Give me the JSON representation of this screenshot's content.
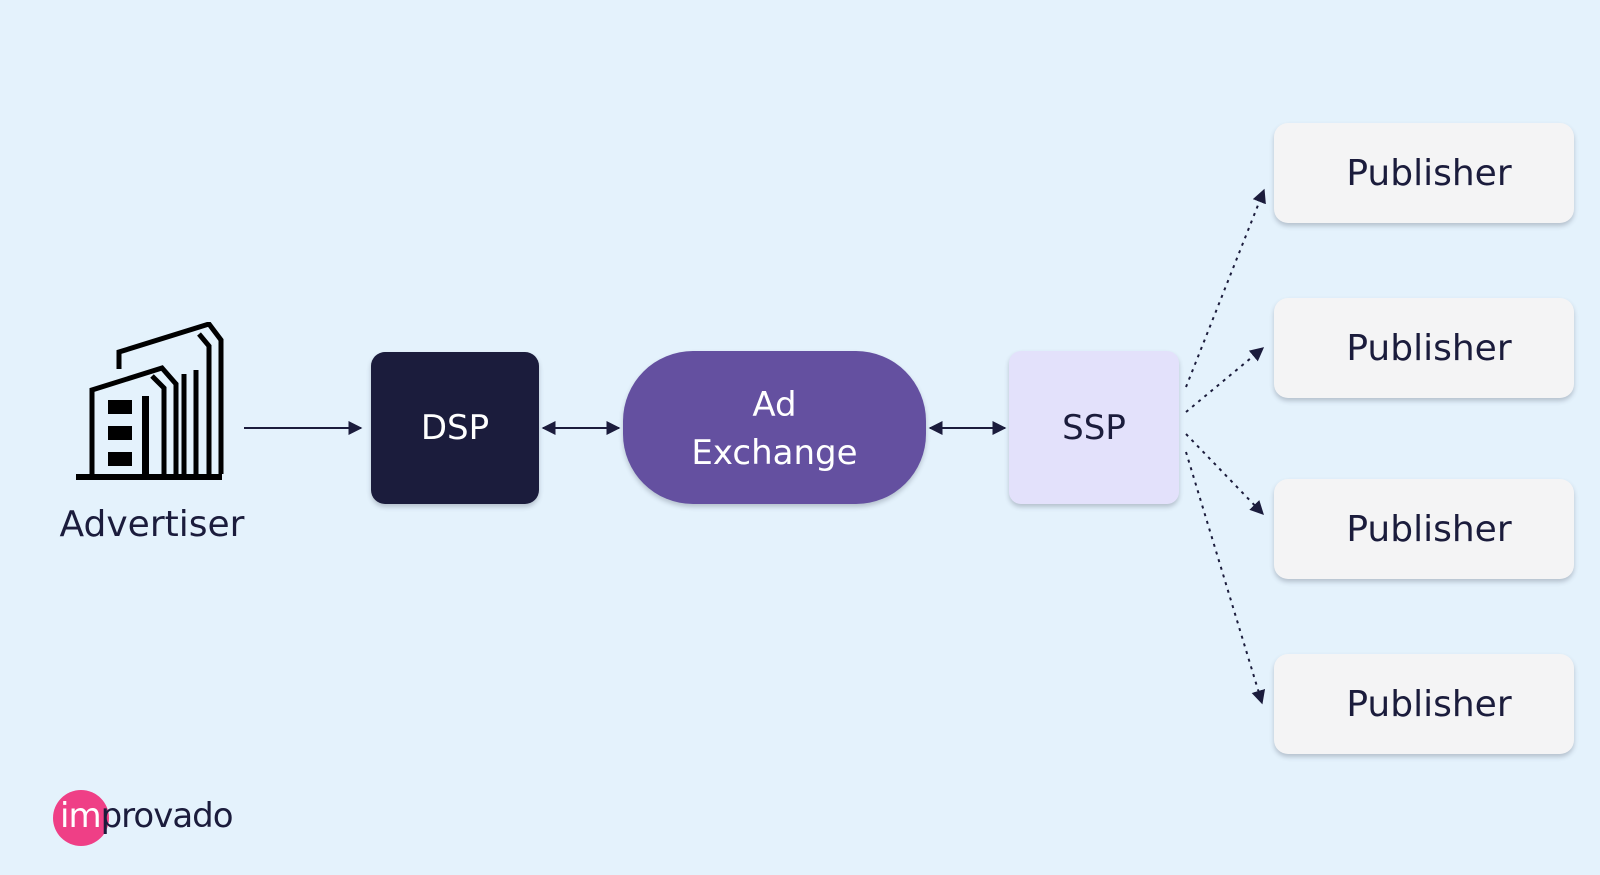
{
  "colors": {
    "background": "#e4f2fc",
    "dsp_fill": "#1b1c3c",
    "ad_exchange_fill": "#6450a0",
    "ssp_fill": "#e3e1fb",
    "publisher_fill": "#f4f4f5",
    "text_dark": "#1b1c3c",
    "logo_accent": "#ef3f86"
  },
  "advertiser": {
    "label": "Advertiser",
    "icon": "office-building-icon"
  },
  "nodes": {
    "dsp": "DSP",
    "ad_exchange": "Ad\nExchange",
    "ssp": "SSP"
  },
  "publishers": [
    "Publisher",
    "Publisher",
    "Publisher",
    "Publisher"
  ],
  "connections": [
    {
      "from": "Advertiser",
      "to": "DSP",
      "style": "solid",
      "direction": "one-way"
    },
    {
      "from": "DSP",
      "to": "Ad Exchange",
      "style": "solid",
      "direction": "two-way"
    },
    {
      "from": "Ad Exchange",
      "to": "SSP",
      "style": "solid",
      "direction": "two-way"
    },
    {
      "from": "SSP",
      "to": "Publisher",
      "style": "dotted",
      "direction": "one-way"
    },
    {
      "from": "SSP",
      "to": "Publisher",
      "style": "dotted",
      "direction": "one-way"
    },
    {
      "from": "SSP",
      "to": "Publisher",
      "style": "dotted",
      "direction": "one-way"
    },
    {
      "from": "SSP",
      "to": "Publisher",
      "style": "dotted",
      "direction": "one-way"
    }
  ],
  "logo": {
    "text_im": "im",
    "text_rest": "provado"
  }
}
